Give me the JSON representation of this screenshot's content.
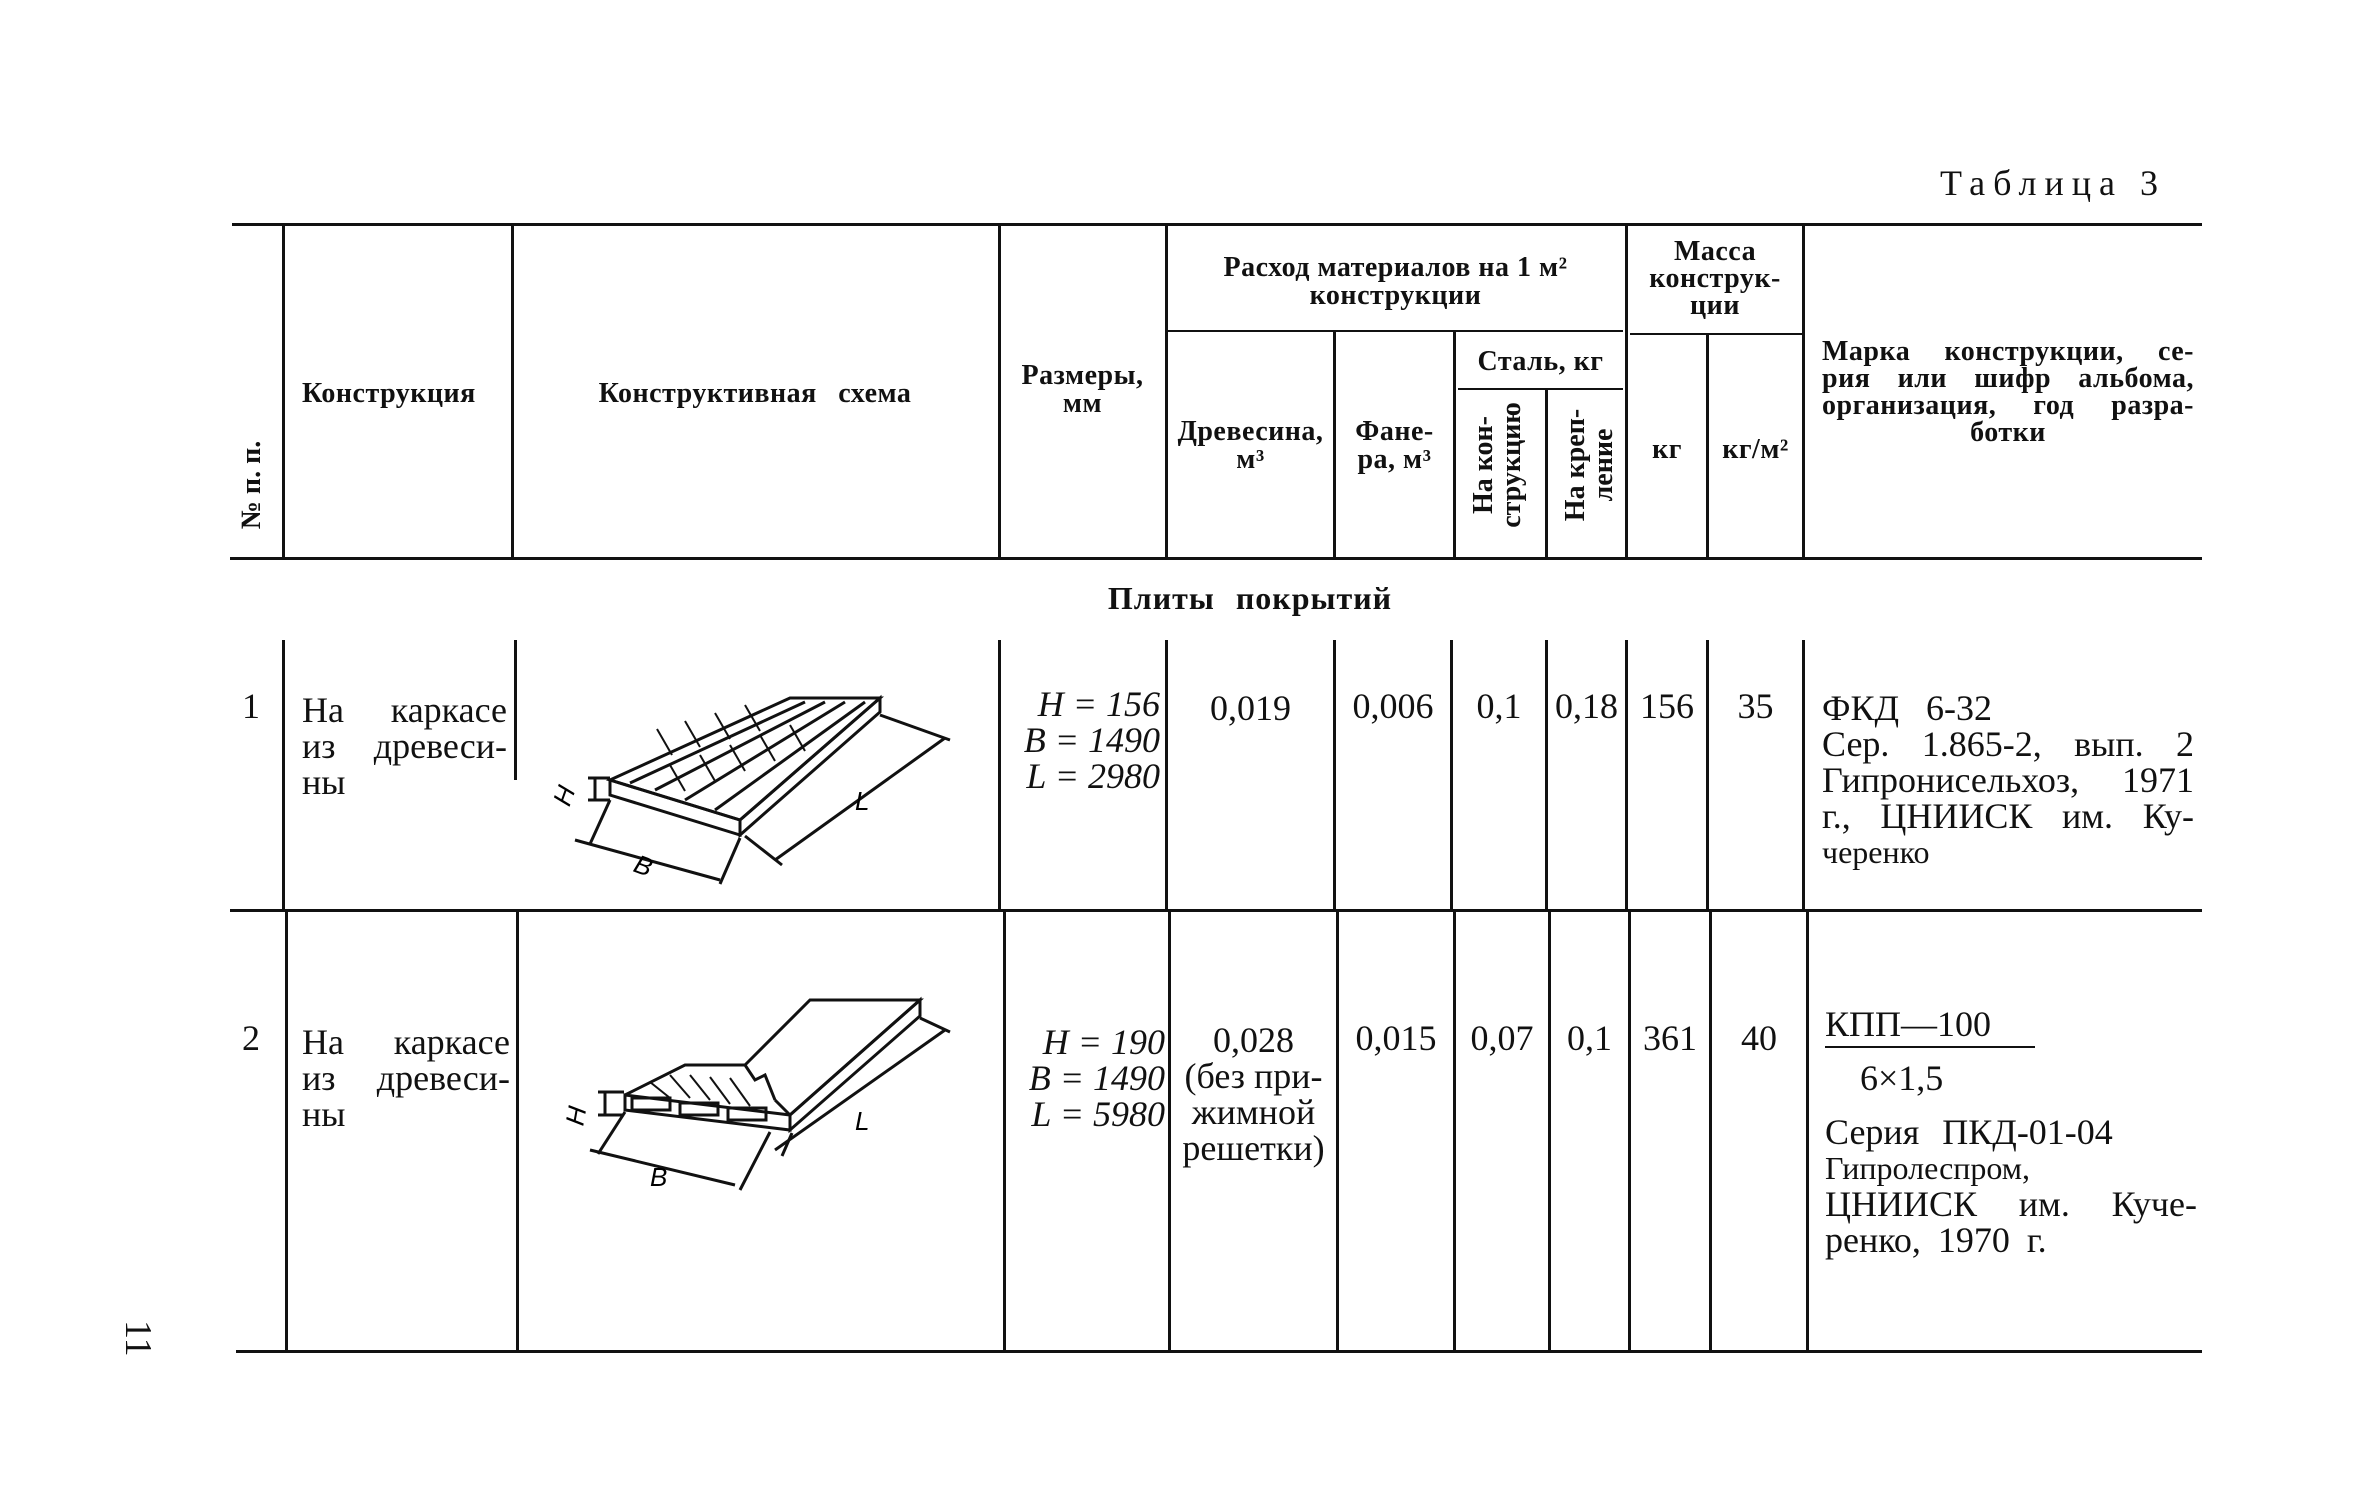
{
  "table_title": "Таблица 3",
  "page_number": "11",
  "headers": {
    "num": "№ п. п.",
    "construction": "Конструкция",
    "scheme": "Конструктивная схема",
    "dimensions_line1": "Размеры,",
    "dimensions_line2": "мм",
    "consumption_line1": "Расход материалов на 1 м²",
    "consumption_line2": "конструкции",
    "wood_line1": "Древесина,",
    "wood_line2": "м³",
    "plywood_line1": "Фане-",
    "plywood_line2": "ра, м³",
    "steel": "Сталь, кг",
    "steel_construction": "На кон-\nструкцию",
    "steel_fastening": "На креп-\nление",
    "mass_line1": "Масса",
    "mass_line2": "конструк-",
    "mass_line3": "ции",
    "kg": "кг",
    "kg_m2": "кг/м²",
    "brand_line1": "Марка конструкции, се-",
    "brand_line2": "рия или шифр альбома,",
    "brand_line3": "организация, год разра-",
    "brand_line4": "ботки"
  },
  "section_title": "Плиты покрытий",
  "rows": [
    {
      "num": "1",
      "construction_line1": "На каркасе",
      "construction_line2": "из древеси-",
      "construction_line3": "ны",
      "dim_h": "H = 156",
      "dim_b": "B = 1490",
      "dim_l": "L = 2980",
      "wood": "0,019",
      "wood_note": [],
      "plywood": "0,006",
      "steel_construction": "0,1",
      "steel_fastening": "0,18",
      "mass_kg": "156",
      "mass_kg_m2": "35",
      "brand_line1": "ФКД 6-32",
      "brand_line2": "Сер. 1.865-2, вып. 2",
      "brand_line3": "Гипронисельхоз, 1971",
      "brand_line4": "г., ЦНИИСК им. Ку-",
      "brand_line5": "черенко",
      "scheme_labels": {
        "h": "H",
        "b": "B",
        "l": "L"
      }
    },
    {
      "num": "2",
      "construction_line1": "На каркасе",
      "construction_line2": "из древеси-",
      "construction_line3": "ны",
      "dim_h": "H = 190",
      "dim_b": "B = 1490",
      "dim_l": "L = 5980",
      "wood": "0,028",
      "wood_note_line1": "(без при-",
      "wood_note_line2": "жимной",
      "wood_note_line3": "решетки)",
      "plywood": "0,015",
      "steel_construction": "0,07",
      "steel_fastening": "0,1",
      "mass_kg": "361",
      "mass_kg_m2": "40",
      "brand_numerator": "КПП—100",
      "brand_denominator": "6×1,5",
      "brand_line1": "Серия ПКД-01-04",
      "brand_line2": "Гипролеспром,",
      "brand_line3": "ЦНИИСК им. Куче-",
      "brand_line4": "ренко, 1970 г.",
      "scheme_labels": {
        "h": "H",
        "b": "B",
        "l": "L"
      }
    }
  ]
}
